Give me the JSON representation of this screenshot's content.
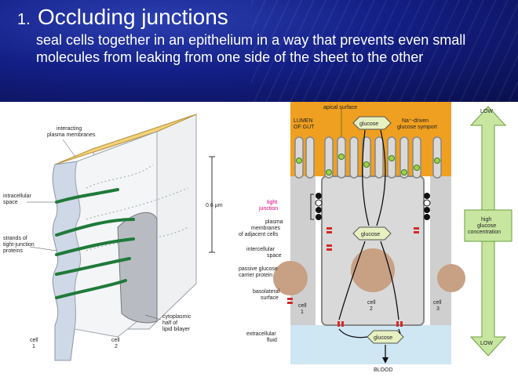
{
  "slide": {
    "number": "1.",
    "title": "Occluding junctions",
    "body": "seal cells together in an epithelium in a way that prevents even small molecules from leaking from one side of the sheet to the other"
  },
  "left_figure": {
    "labels": {
      "interacting": "interacting",
      "plasma_membranes": "plasma membranes",
      "intracellular": "intracellular",
      "space": "space",
      "strands_of": "strands of",
      "tight_junction": "tight-junction",
      "proteins": "proteins",
      "scale": "0.6 μm",
      "cytoplasmic": "cytoplasmic",
      "half_of": "half of",
      "lipid_bilayer": "lipid bilayer",
      "cell": "cell",
      "cell1_num": "1",
      "cell2_num": "2"
    }
  },
  "right_figure": {
    "labels": {
      "apical_surface": "apical surface",
      "lumen": "LUMEN",
      "of_gut": "OF GUT",
      "glucose": "glucose",
      "na_driven": "Na⁺-driven",
      "glucose_symport": "glucose symport",
      "tight": "tight",
      "junction": "junction",
      "plasma": "plasma",
      "membranes": "membranes",
      "of_adjacent_cells": "of adjacent cells",
      "intercellular": "intercellular",
      "space": "space",
      "passive_glucose": "passive glucose",
      "carrier_protein": "carrier protein",
      "basolateral": "basolateral",
      "surface": "surface",
      "cell": "cell",
      "cell1_num": "1",
      "cell2_num": "2",
      "cell3_num": "3",
      "extracellular": "extracellular",
      "fluid": "fluid",
      "blood": "BLOOD",
      "low_top": "LOW",
      "low_bottom": "LOW",
      "high": "high",
      "glucose_conc1": "glucose",
      "glucose_conc2": "concentration"
    }
  },
  "colors": {
    "header_bg": "#131f86",
    "lumen": "#f0a020",
    "cell_fill": "#d9d9d9",
    "nucleus": "#c8a084",
    "extracellular": "#cfe6f3",
    "strand": "#1f7a3a",
    "arrow": "#9ad24a",
    "tight_label": "#e6007e"
  }
}
